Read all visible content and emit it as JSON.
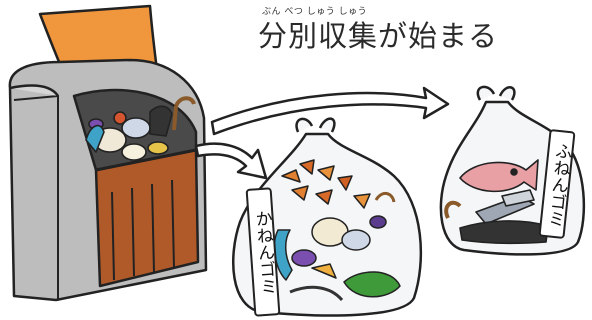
{
  "title": {
    "ruby": "ぶん べつ しゅう しゅう",
    "text": "分別収集が始まる"
  },
  "bags": {
    "burnable_label": "かねんゴミ",
    "nonburnable_label": "ふねんゴミ"
  },
  "icons": [
    "garbage-collector-bin-icon",
    "arrow-icon",
    "burnable-garbage-bag-icon",
    "nonburnable-garbage-bag-icon"
  ],
  "colors": {
    "lid": "#f0963c",
    "bin_body": "#b6b6b6",
    "bin_front": "#b05a2a",
    "bag": "#f4f6f8",
    "outline": "#222222"
  }
}
